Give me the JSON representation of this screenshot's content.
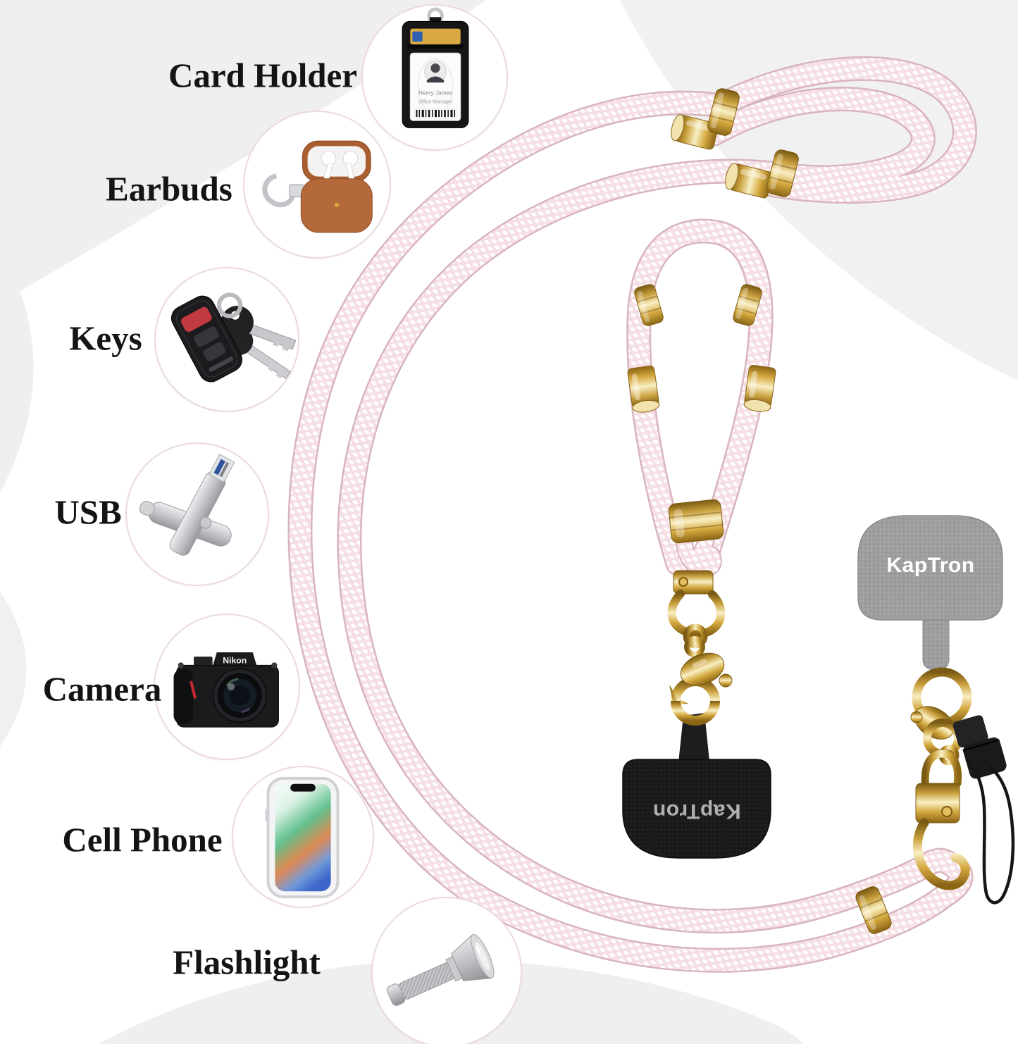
{
  "brand": "KapTron",
  "items": [
    {
      "label": "Card Holder"
    },
    {
      "label": "Earbuds"
    },
    {
      "label": "Keys"
    },
    {
      "label": "USB"
    },
    {
      "label": "Camera"
    },
    {
      "label": "Cell Phone"
    },
    {
      "label": "Flashlight"
    }
  ],
  "id_card": {
    "name": "Henry James",
    "title": "Office Manager"
  },
  "camera_brand": "Nikon",
  "colors": {
    "rope_pink": "#f5dfe4",
    "rope_edge": "#d8b4be",
    "gold": "#caa13e",
    "gold_light": "#f7ecc0",
    "tab_black": "#1b1b1d",
    "tab_gray": "#9d9ea0",
    "label_text": "#141414",
    "background": "#ffffff",
    "swoosh_gray": "#f0eff0"
  }
}
